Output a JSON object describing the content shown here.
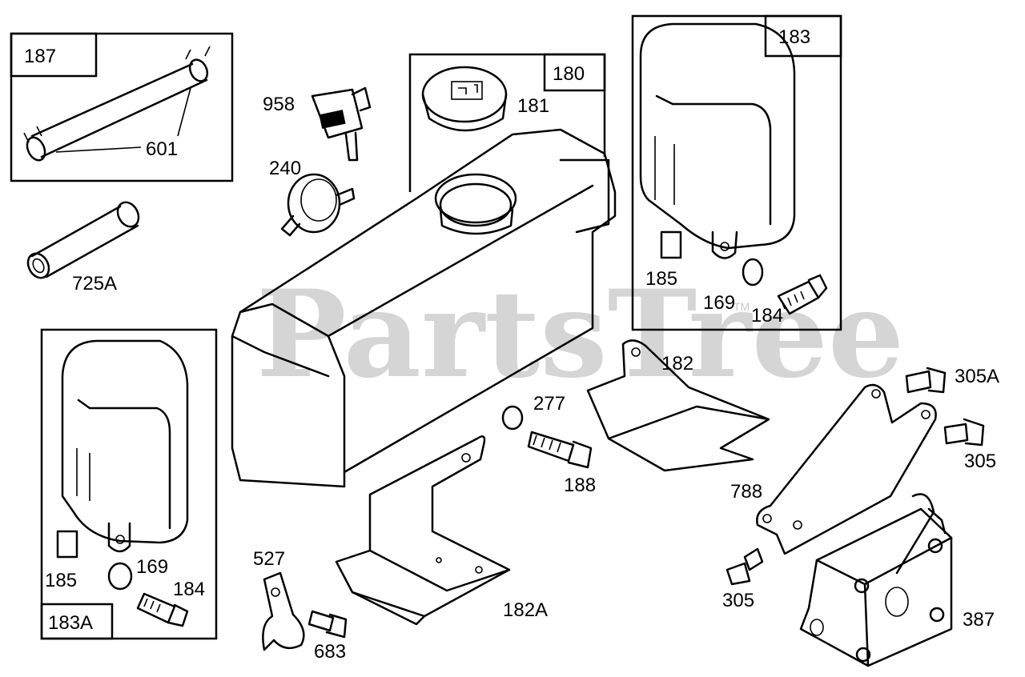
{
  "watermark": {
    "text": "PartsTree",
    "trademark": "TM"
  },
  "boxes": {
    "b187": "187",
    "b180": "180",
    "b183": "183",
    "b183a": "183A"
  },
  "labels": {
    "l601": "601",
    "l725a": "725A",
    "l958": "958",
    "l240": "240",
    "l181": "181",
    "l185a": "185",
    "l169a": "169",
    "l184a": "184",
    "l182": "182",
    "l277": "277",
    "l188": "188",
    "l305a": "305A",
    "l305b": "305",
    "l788": "788",
    "l305c": "305",
    "l387": "387",
    "l182a": "182A",
    "l527": "527",
    "l683": "683",
    "l185b": "185",
    "l169b": "169",
    "l184b": "184"
  }
}
